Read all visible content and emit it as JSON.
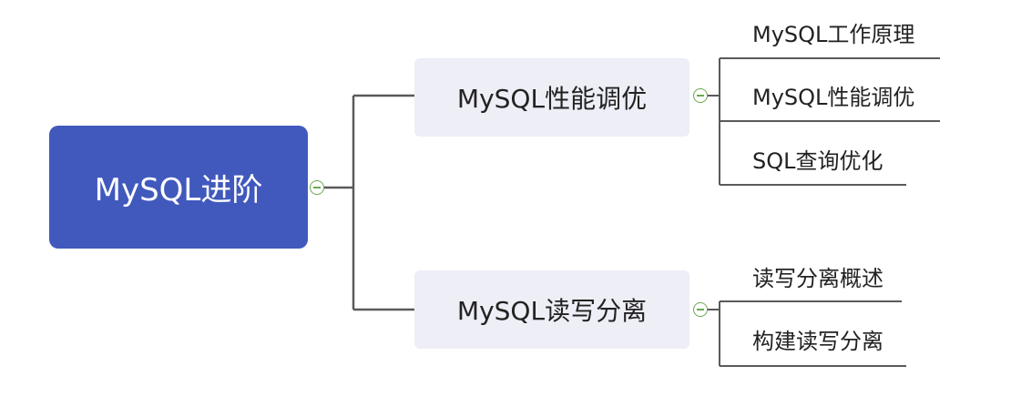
{
  "mindmap": {
    "root": {
      "label": "MySQL进阶"
    },
    "branches": [
      {
        "label": "MySQL性能调优",
        "children": [
          "MySQL工作原理",
          "MySQL性能调优",
          "SQL查询优化"
        ]
      },
      {
        "label": "MySQL读写分离",
        "children": [
          "读写分离概述",
          "构建读写分离"
        ]
      }
    ]
  },
  "colors": {
    "root_fill": "#4159bd",
    "branch_fill": "#edeef6",
    "connector": "#5a5a5a",
    "toggle": "#6aa84f"
  }
}
